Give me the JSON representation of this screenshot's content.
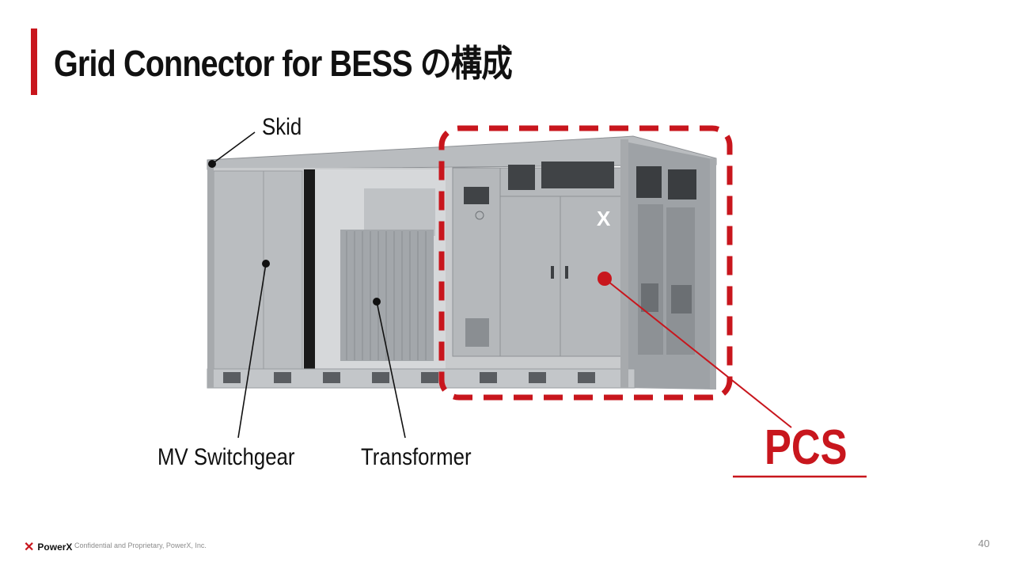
{
  "slide": {
    "title": "Grid Connector for BESS の構成",
    "accent_color": "#c8161d",
    "page_number": "40"
  },
  "labels": {
    "skid": "Skid",
    "mv_switchgear": "MV Switchgear",
    "transformer": "Transformer",
    "pcs": "PCS"
  },
  "container": {
    "logo_mark": "X"
  },
  "footer": {
    "brand": "PowerX",
    "text": "Confidential and Proprietary, PowerX, Inc."
  },
  "icons": {
    "brand_logo": "x-logo-icon"
  }
}
